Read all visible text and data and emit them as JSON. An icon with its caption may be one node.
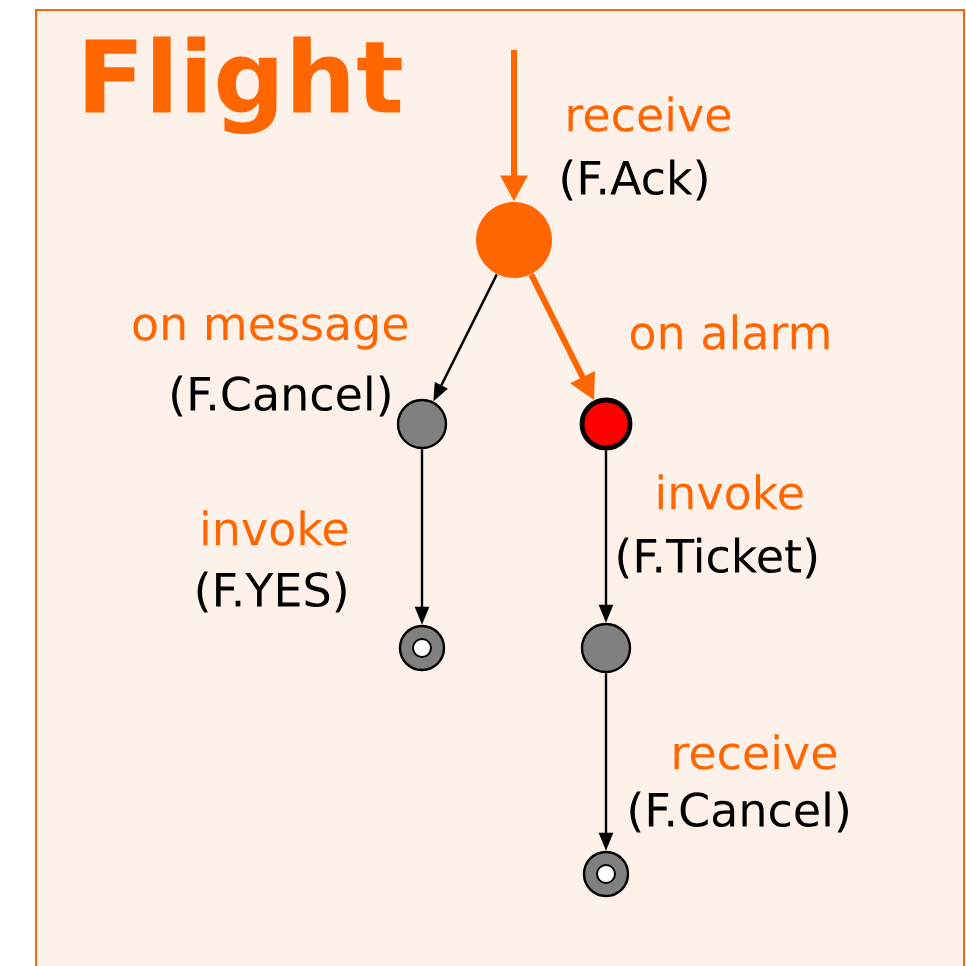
{
  "diagram": {
    "nodes": [
      {
        "text": [
          "Flight"
        ]
      },
      {
        "text": [],
        "shape": "circle",
        "in": 0
      },
      {
        "text": [],
        "shape": "circle",
        "in": 0
      },
      {
        "text": [],
        "shape": "circle",
        "in": 0
      },
      {
        "text": [],
        "shape": "circle",
        "in": 0
      },
      {
        "text": [],
        "shape": "circle",
        "in": 0
      },
      {
        "text": [],
        "shape": "circle",
        "in": 0
      }
    ],
    "edges": [
      {
        "from": null,
        "to": 1,
        "arrow": "to",
        "style": "thick",
        "color": "#ff6600"
      },
      {
        "from": 1,
        "to": 2,
        "arrow": "to"
      },
      {
        "from": 1,
        "to": 3,
        "arrow": "to",
        "style": "thick",
        "color": "#ff6600"
      },
      {
        "from": 2,
        "to": 4,
        "arrow": "to"
      },
      {
        "from": 3,
        "to": 5,
        "arrow": "to"
      },
      {
        "from": 5,
        "to": 6,
        "arrow": "to"
      }
    ],
    "labels": [
      "receive",
      "(F.Ack)",
      "on message",
      "(F.Cancel)",
      "on alarm",
      "invoke",
      "(F.YES)",
      "invoke",
      "(F.Ticket)",
      "receive",
      "(F.Cancel)"
    ]
  }
}
